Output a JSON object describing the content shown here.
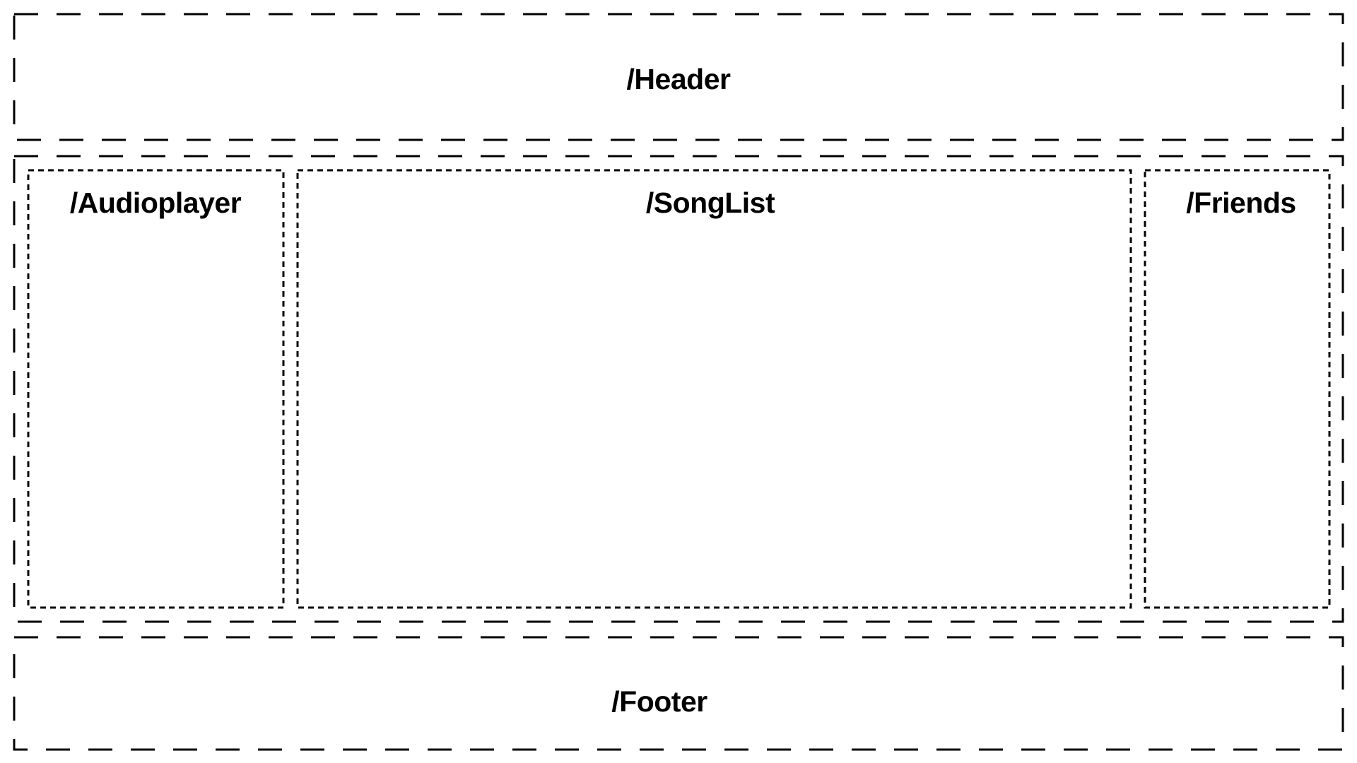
{
  "regions": {
    "header": {
      "label": "/Header"
    },
    "audioplayer": {
      "label": "/Audioplayer"
    },
    "songlist": {
      "label": "/SongList"
    },
    "friends": {
      "label": "/Friends"
    },
    "footer": {
      "label": "/Footer"
    }
  },
  "colors": {
    "stroke": "#000000",
    "background": "#ffffff"
  }
}
